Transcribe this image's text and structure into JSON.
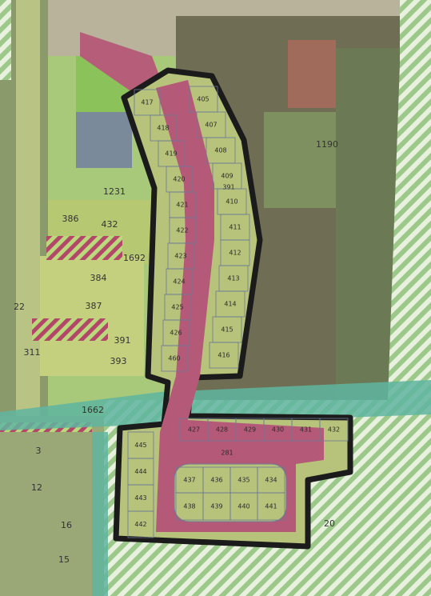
{
  "map": {
    "plots_west": [
      "405",
      "407",
      "408",
      "409",
      "410",
      "411",
      "412",
      "413",
      "414",
      "415",
      "416"
    ],
    "plots_east": [
      "417",
      "418",
      "419",
      "420",
      "421",
      "422",
      "423",
      "424",
      "425",
      "426",
      "460"
    ],
    "plots_top_row": [
      "427",
      "428",
      "429",
      "430",
      "431",
      "432"
    ],
    "plots_left_col": [
      "445",
      "444",
      "443",
      "442"
    ],
    "plots_island_top": [
      "437",
      "436",
      "435",
      "434"
    ],
    "plots_island_bottom": [
      "438",
      "439",
      "440",
      "441"
    ],
    "road_label_top": "391",
    "road_label_bottom": "281",
    "parcel_labels": {
      "p1190": "1190",
      "p1231": "1231",
      "p386": "386",
      "p432b": "432",
      "p1692": "1692",
      "p384": "384",
      "p387": "387",
      "p391b": "391",
      "p22": "22",
      "p1662": "1662",
      "p20": "20",
      "p311": "311",
      "p393": "393",
      "p3": "3",
      "p12": "12",
      "p15": "15",
      "p16": "16"
    }
  }
}
